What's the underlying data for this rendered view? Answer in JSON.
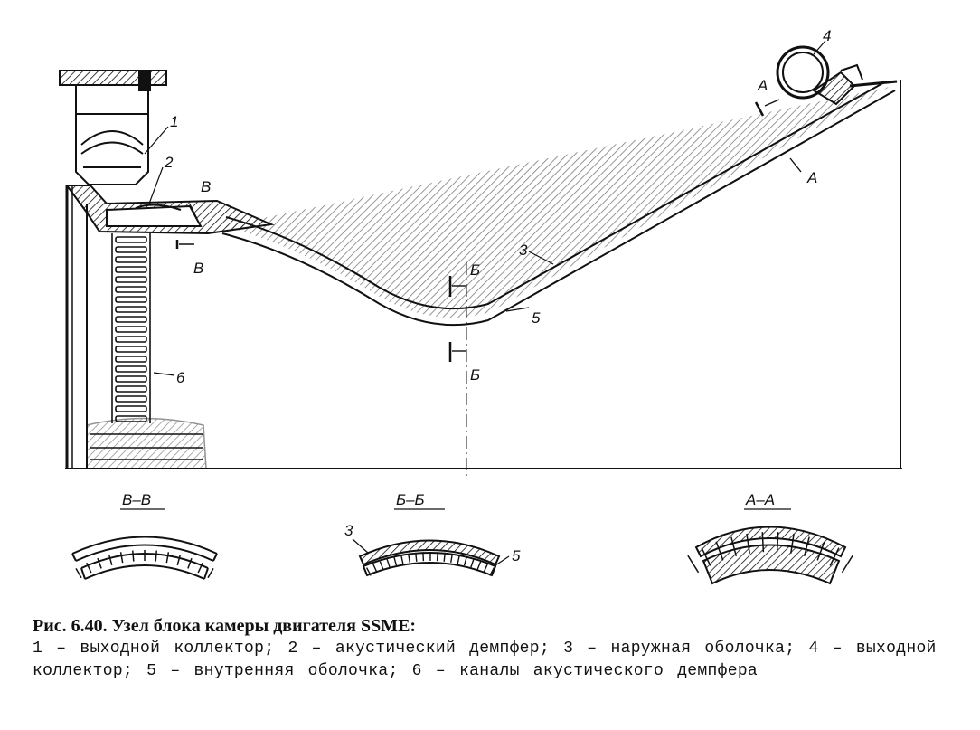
{
  "labels": {
    "n1": "1",
    "n2": "2",
    "n3": "3",
    "n4": "4",
    "n5": "5",
    "n6": "6",
    "sec_a": "A",
    "sec_b": "Б",
    "sec_v": "В"
  },
  "sections": {
    "vv": "В–В",
    "bb": "Б–Б",
    "aa": "А–А",
    "bb_n3": "3",
    "bb_n5": "5"
  },
  "caption": {
    "title": "Рис. 6.40. Узел блока камеры двигателя SSME:",
    "text": "1 – выходной коллектор; 2 – акустический демпфер; 3 – наружная оболочка; 4 – выходной коллектор; 5 – внутренняя оболочка; 6 – каналы акустического демпфера"
  }
}
